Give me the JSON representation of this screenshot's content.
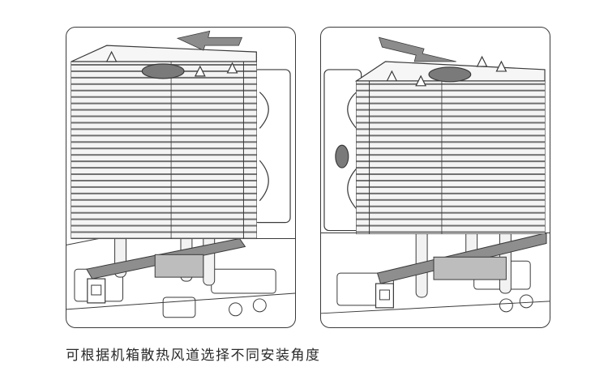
{
  "caption": "可根据机箱散热风道选择不同安装角度",
  "colors": {
    "line": "#3a3a3a",
    "fin_fill": "#d9d9d9",
    "fin_stripe": "#6f6f6f",
    "bracket": "#8e8e8e",
    "arrow": "#8c8c8c",
    "background": "#ffffff"
  },
  "views": [
    {
      "id": "left",
      "airflow_direction": "left",
      "fan_side": "right"
    },
    {
      "id": "right",
      "airflow_direction": "right",
      "fan_side": "left"
    }
  ]
}
